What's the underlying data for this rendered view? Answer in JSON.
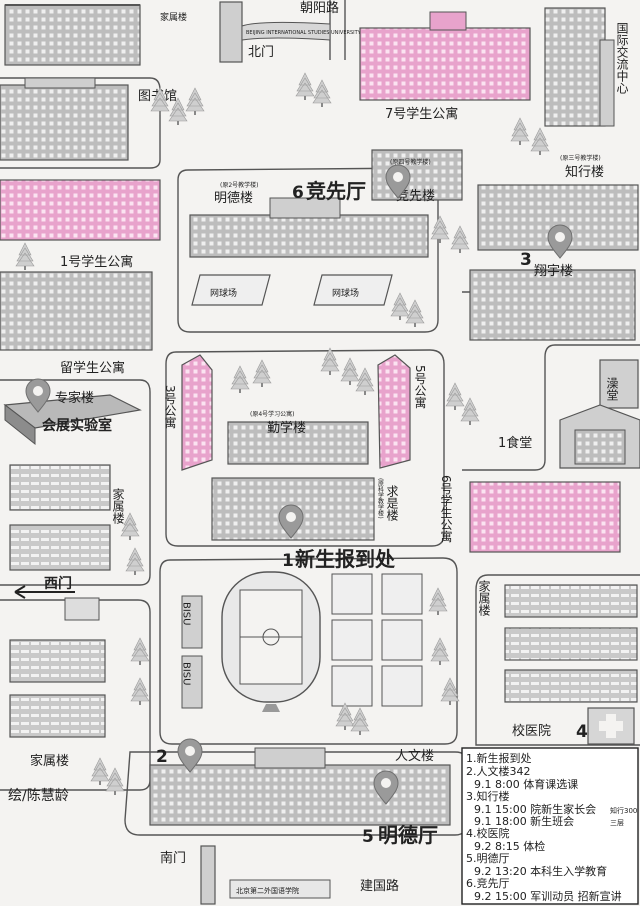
{
  "streets": {
    "north_road": "朝阳路",
    "south_road": "建国路"
  },
  "gates": {
    "north": "北门",
    "south": "南门",
    "west": "西门"
  },
  "north_gate_sign": "BEIJING INTERNATIONAL STUDIES UNIVERSITY",
  "south_gate_sign": "北京第二外国语学院",
  "buildings": {
    "family_housing_nw": "家属楼",
    "library": "图书馆",
    "dorm7": "7号学生公寓",
    "intl_center": "国际交流中心",
    "dorm1": "1号学生公寓",
    "foreign_student_dorm": "留学生公寓",
    "mingde_small": "(原2号教学楼)",
    "mingde": "明德楼",
    "jingxian_small": "(原四号教学楼)",
    "jingxian": "竞先楼",
    "zhixing_small": "(原三号教学楼)",
    "zhixing": "知行楼",
    "xiangyu": "翔宇楼",
    "tennis_left": "网球场",
    "tennis_right": "网球场",
    "dorm3": "3号公寓",
    "dorm5": "5号公寓",
    "qinxue_small": "(原4号学习公寓)",
    "qinxue": "勤学楼",
    "qiushi_small": "(原科学教学楼)",
    "qiushi": "求是楼",
    "zhuanjia": "专家楼",
    "exhibition_lab": "会展实验室",
    "family_housing_w": "家属楼",
    "bathhouse": "澡堂",
    "canteen1": "1食堂",
    "dorm6": "6号学生公寓",
    "family_housing_e": "家属楼",
    "hospital": "校医院",
    "family_housing_sw": "家属楼",
    "renwen": "人文楼",
    "bisu_1": "BISU",
    "bisu_2": "BISU"
  },
  "markers": {
    "m1": "1",
    "m1_label": "新生报到处",
    "m2": "2",
    "m3": "3",
    "m4": "4",
    "m5": "5",
    "m5_label": "明德厅",
    "m6": "6",
    "m6_label": "竞先厅"
  },
  "credit": "绘/陈慧龄",
  "legend": [
    {
      "title": "1.新生报到处",
      "items": []
    },
    {
      "title": "2.人文楼342",
      "items": [
        {
          "text": "9.1  8:00   体育课选课",
          "note": ""
        }
      ]
    },
    {
      "title": "3.知行楼",
      "items": [
        {
          "text": "9.1  15:00  院新生家长会",
          "note": "知行300"
        },
        {
          "text": "9.1  18:00  新生班会",
          "note": "三层"
        }
      ]
    },
    {
      "title": "4.校医院",
      "items": [
        {
          "text": "9.2   8:15   体检",
          "note": ""
        }
      ]
    },
    {
      "title": "5.明德厅",
      "items": [
        {
          "text": "9.2  13:20  本科生入学教育",
          "note": ""
        }
      ]
    },
    {
      "title": "6.竞先厅",
      "items": [
        {
          "text": "9.2  15:00  军训动员  招新宣讲",
          "note": ""
        }
      ]
    }
  ],
  "colors": {
    "pink": "#e8a3cc",
    "pink_dark": "#c978ad",
    "gray": "#b9b9b9",
    "gray_dark": "#8c8c8c",
    "pin": "#8f8f8f",
    "road": "#ffffff"
  }
}
